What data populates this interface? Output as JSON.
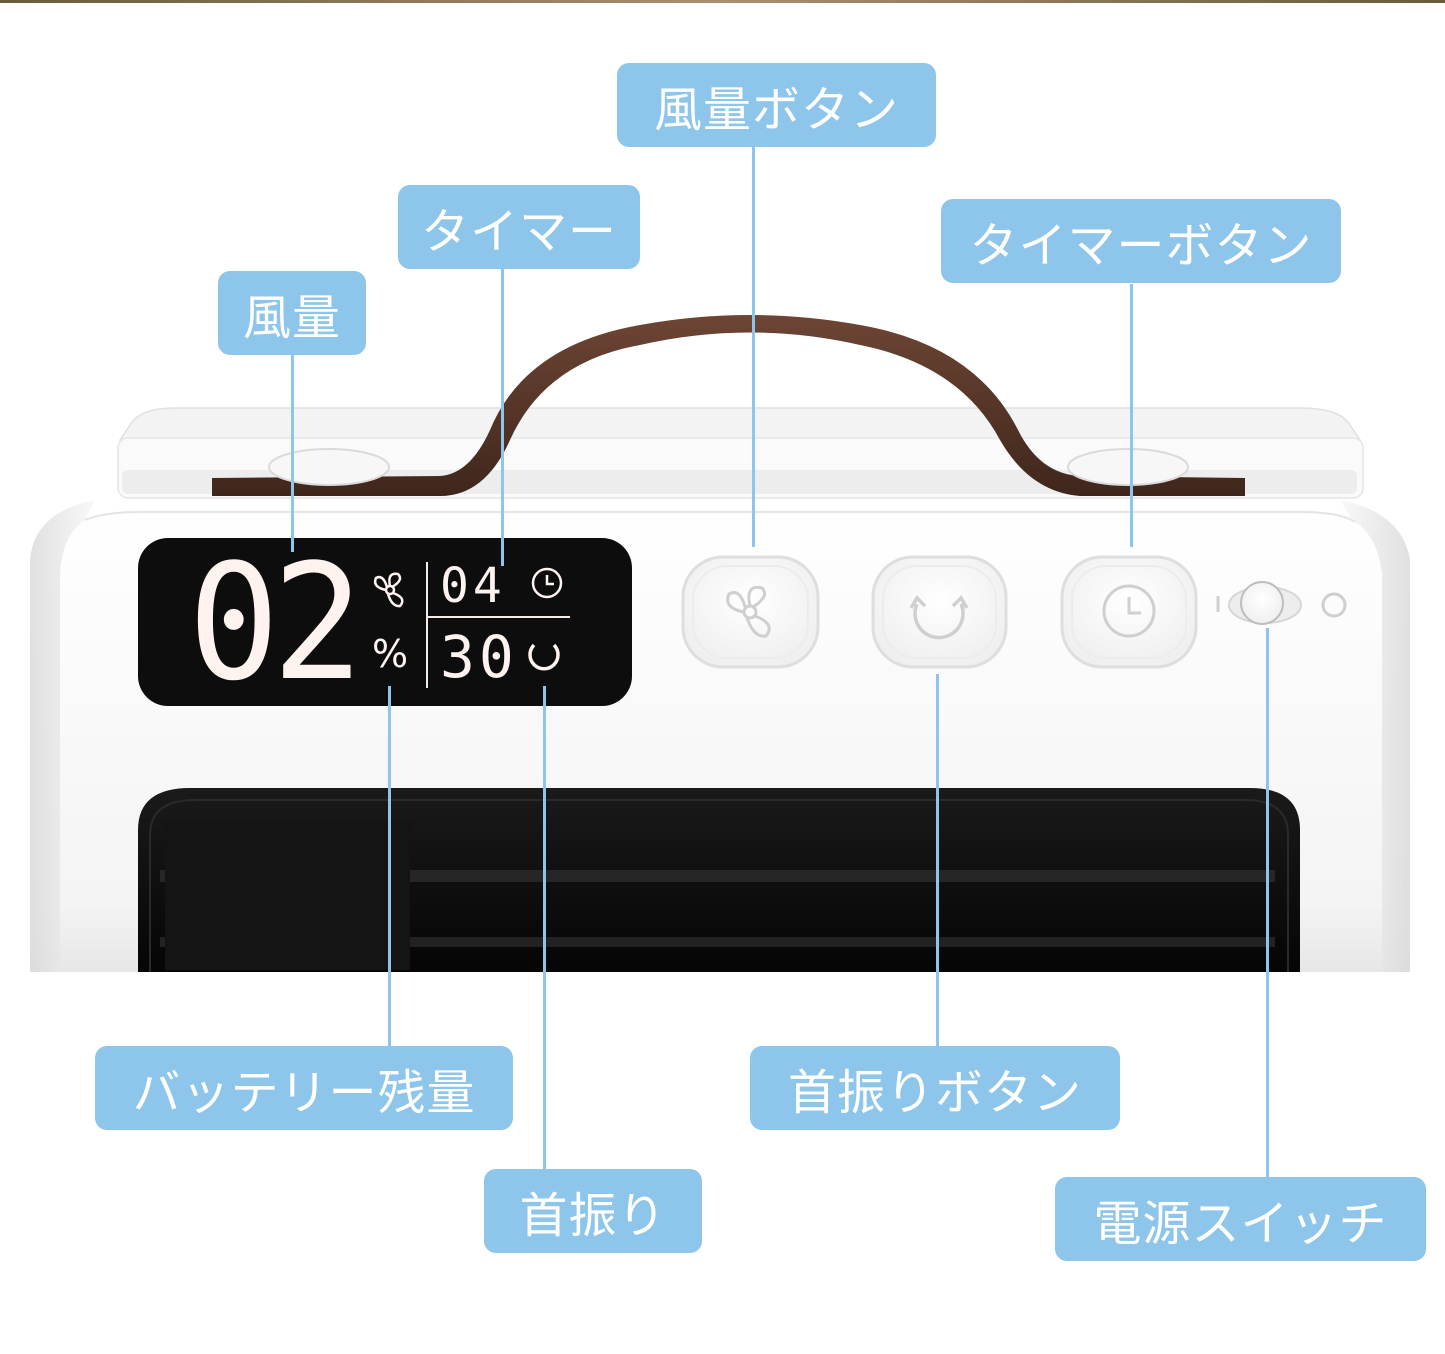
{
  "labels": {
    "fan_speed": "風量",
    "timer": "タイマー",
    "fan_speed_button": "風量ボタン",
    "timer_button": "タイマーボタン",
    "battery_level": "バッテリー残量",
    "oscillation": "首振り",
    "oscillation_button": "首振りボタン",
    "power_switch": "電源スイッチ"
  },
  "display": {
    "fan_level": "02",
    "percent_sign": "%",
    "timer_hours": "04",
    "timer_minutes": "30"
  },
  "colors": {
    "callout": "#8dc6ea",
    "body": "#ffffff",
    "display_bg": "#0d0d0d",
    "segment": "#fff3f0",
    "handle": "#5b3a2c",
    "vent": "#101010"
  },
  "icons": {
    "fan": "fan-icon",
    "timer": "clock-icon",
    "oscillation": "rotate-icon"
  }
}
